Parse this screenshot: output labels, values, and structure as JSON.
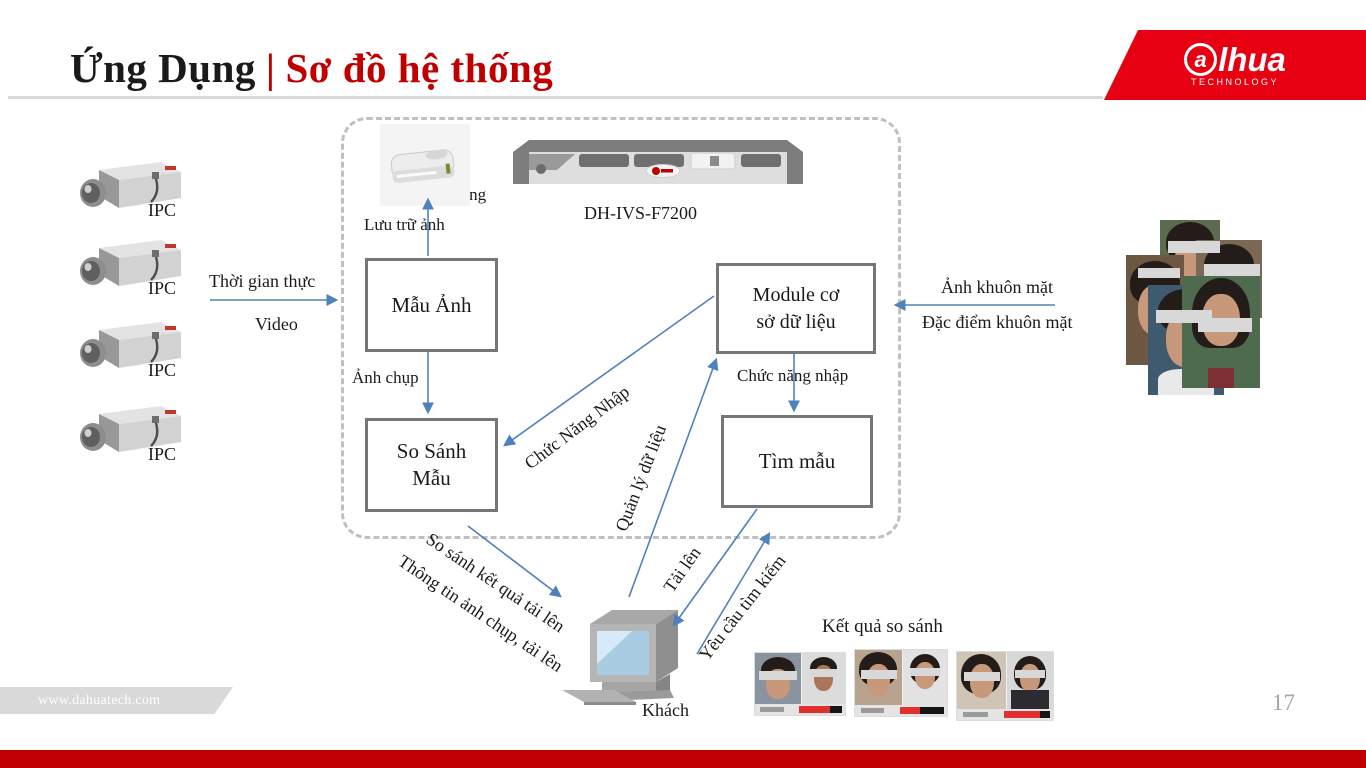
{
  "header": {
    "title_black": "Ứng Dụng",
    "separator": "|",
    "title_red": "Sơ đồ hệ thống"
  },
  "logo": {
    "brand_first": "a",
    "brand_rest": "lhua",
    "tagline": "TECHNOLOGY"
  },
  "left_input": {
    "camera_label": "IPC",
    "flow_top": "Thời gian thực",
    "flow_bottom": "Video"
  },
  "system": {
    "storage_label": "Ổ Cứng",
    "storage_flow": "Lưu trữ ảnh",
    "server_model": "DH-IVS-F7200",
    "boxes": {
      "sample_image": "Mẫu Ảnh",
      "compare_sample": "So Sánh Mẫu",
      "database_module": "Module cơ sở dữ liệu",
      "find_sample": "Tìm mẫu"
    },
    "flows": {
      "captured_image": "Ảnh chụp",
      "import_function_title": "Chức Năng Nhập",
      "import_function": "Chức năng nhập",
      "data_management": "Quản lý dữ liệu"
    }
  },
  "right_input": {
    "face_image": "Ảnh khuôn mặt",
    "face_features": "Đặc điểm khuôn mặt"
  },
  "client_area": {
    "client": "Khách",
    "upload": "Tải lên",
    "search_request": "Yêu cầu tìm kiếm",
    "compare_result_upload": "So sánh kết quả tải lên",
    "capture_info_upload": "Thông tin ảnh chụp, tải lên",
    "comparison_result": "Kết quả so sánh"
  },
  "footer": {
    "website": "www.dahuatech.com",
    "page_number": "17"
  },
  "colors": {
    "brand_red": "#e60012",
    "title_red": "#c00000",
    "arrow_blue": "#4f81bd",
    "box_border": "#767676",
    "dashed_border": "#c0c0c0",
    "footer_gray": "#d9d9d9"
  }
}
